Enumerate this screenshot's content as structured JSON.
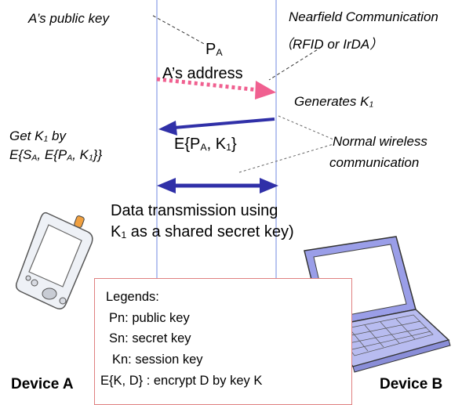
{
  "labels": {
    "a_public_key": "A’s  public key",
    "nearfield": "Nearfield Communication",
    "rfid_irda": "（RFID or IrDA）",
    "p_a_main": "P",
    "p_a_sub": "A",
    "a_address": "A’s address",
    "generates_main": "Generates K",
    "generates_sub": "1",
    "get_k1_line1_main": "Get K",
    "get_k1_line1_sub": "1",
    "get_k1_line1_tail": " by",
    "get_k1_line2": {
      "p1": "E{S",
      "s1": "A",
      "p2": ", E{P",
      "s2": "A",
      "p3": ", K",
      "s3": "1",
      "p4": "}}"
    },
    "epa_k1": {
      "p1": "E{P",
      "s1": "A",
      "p2": ", K",
      "s2": "1",
      "p3": "}"
    },
    "normal_wireless_line1": "Normal wireless",
    "normal_wireless_line2": "communication",
    "data_tx_line1": "Data transmission using",
    "data_tx_line2_main": "K",
    "data_tx_line2_sub": "1",
    "data_tx_line2_tail": " as a shared secret key)"
  },
  "legend": {
    "title": "Legends:",
    "items": [
      "Pn:  public key",
      "Sn:  secret key",
      "Kn:  session key",
      "E{K, D} : encrypt D by key K"
    ]
  },
  "devices": {
    "a": "Device A",
    "b": "Device B"
  },
  "colors": {
    "lifeline": "#b8c4f0",
    "blue_arrow": "#3030a8",
    "pink_arrow": "#f06090",
    "legend_border": "#e08080"
  }
}
